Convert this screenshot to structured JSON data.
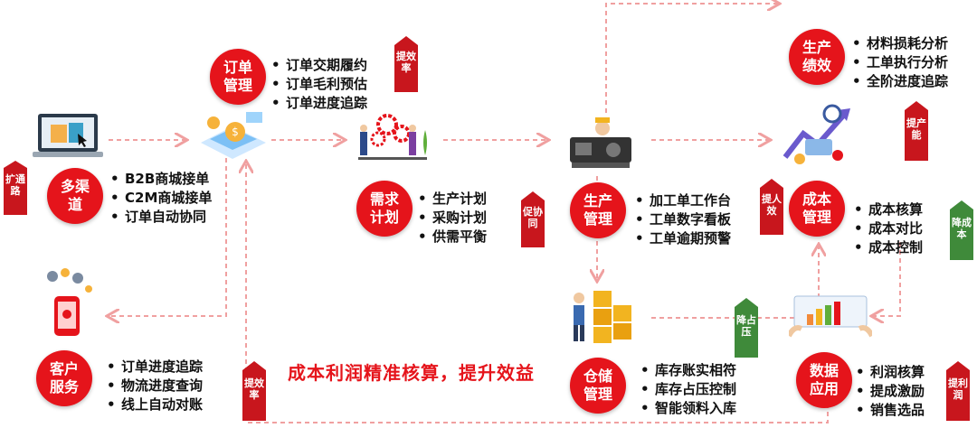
{
  "colors": {
    "accent": "#e5141b",
    "tag_red": "#c8161d",
    "tag_green": "#3f8a3a",
    "arrow": "#f0a0a0"
  },
  "slogan": "成本利润精准核算，提升效益",
  "nodes": {
    "channels": {
      "title": "多渠道",
      "items": [
        "B2B商城接单",
        "C2M商城接单",
        "订单自动协同"
      ]
    },
    "order": {
      "title": "订单管理",
      "items": [
        "订单交期履约",
        "订单毛利预估",
        "订单进度追踪"
      ]
    },
    "demand": {
      "title": "需求计划",
      "items": [
        "生产计划",
        "采购计划",
        "供需平衡"
      ]
    },
    "production": {
      "title": "生产管理",
      "items": [
        "加工单工作台",
        "工单数字看板",
        "工单逾期预警"
      ]
    },
    "performance": {
      "title": "生产绩效",
      "items": [
        "材料损耗分析",
        "工单执行分析",
        "全阶进度追踪"
      ]
    },
    "cost": {
      "title": "成本管理",
      "items": [
        "成本核算",
        "成本对比",
        "成本控制"
      ]
    },
    "warehouse": {
      "title": "仓储管理",
      "items": [
        "库存账实相符",
        "库存占压控制",
        "智能领料入库"
      ]
    },
    "data": {
      "title": "数据应用",
      "items": [
        "利润核算",
        "提成激励",
        "销售选品"
      ]
    },
    "service": {
      "title": "客户服务",
      "items": [
        "订单进度追踪",
        "物流进度查询",
        "线上自动对账"
      ]
    }
  },
  "tags": {
    "expand": "扩通路",
    "efficiency_top": "提效率",
    "collab": "促协同",
    "people_eff": "提人效",
    "capacity": "提产能",
    "reduce_cost": "降成本",
    "reduce_stock": "降占压",
    "profit": "提利润",
    "efficiency_bottom": "提效率"
  }
}
